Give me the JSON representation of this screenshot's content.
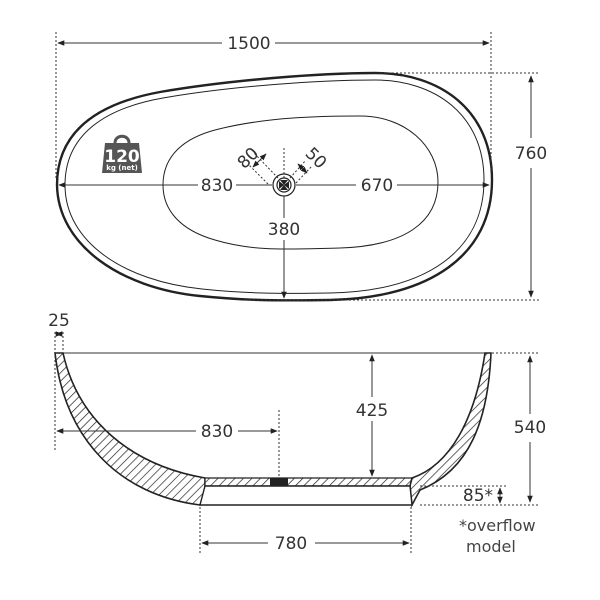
{
  "drawing": {
    "subject": "Freestanding bath dimensional drawing",
    "colors": {
      "line": "#222222",
      "dim_line": "#333333",
      "badge": "#555555",
      "background": "#ffffff"
    },
    "plan_view": {
      "overall_length": "1500",
      "overall_width": "760",
      "drain_from_left": "830",
      "drain_from_right": "670",
      "drain_from_edge": "380",
      "drain_offset_a": "80",
      "drain_offset_b": "50",
      "weight_badge": {
        "value": "120",
        "unit": "kg (net)",
        "icon": "weight-icon"
      }
    },
    "section_view": {
      "rim_thickness": "25",
      "inner_depth": "425",
      "overall_height": "540",
      "drain_from_left": "830",
      "base_width": "780",
      "overflow_height": "85*",
      "footnote_line1": "*overflow",
      "footnote_line2": "model"
    }
  }
}
